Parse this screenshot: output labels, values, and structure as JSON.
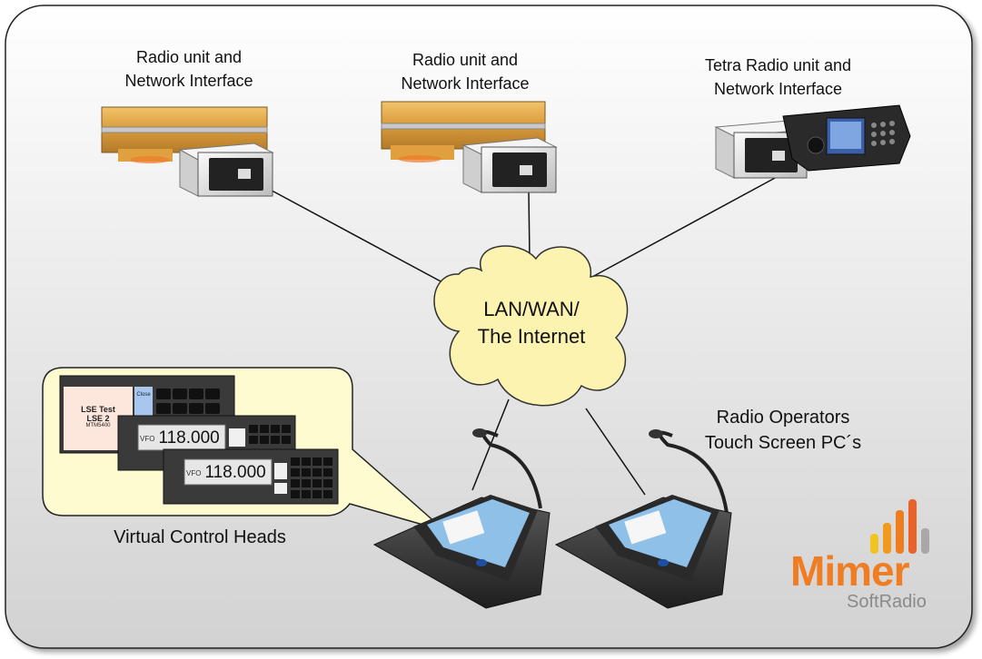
{
  "nodes": {
    "radio1": {
      "line1": "Radio unit and",
      "line2": "Network Interface"
    },
    "radio2": {
      "line1": "Radio unit and",
      "line2": "Network Interface"
    },
    "tetra": {
      "line1": "Tetra Radio unit and",
      "line2": "Network Interface"
    },
    "cloud": {
      "line1": "LAN/WAN/",
      "line2": "The Internet"
    },
    "operators": {
      "line1": "Radio Operators",
      "line2": "Touch Screen PC´s"
    },
    "virtual_heads": {
      "label": "Virtual Control Heads"
    }
  },
  "screens": {
    "lse": {
      "line1": "LSE Test",
      "line2": "LSE 2",
      "line3": "MTM5400",
      "side": "Close"
    },
    "vfo1": {
      "mode": "VFO",
      "freq": "118.000"
    },
    "vfo2": {
      "mode": "VFO",
      "freq": "118.000"
    }
  },
  "logo": {
    "brand": "Mimer",
    "sub": "SoftRadio",
    "bar_colors": [
      "#f3c321",
      "#f29a1d",
      "#ee7d1f",
      "#e8632a",
      "#a8a8a8"
    ]
  },
  "colors": {
    "cloud": "#fdf3b0",
    "callout": "#fefbd0",
    "accent": "#f07d22",
    "panel_bg": "#e6e6e6"
  }
}
